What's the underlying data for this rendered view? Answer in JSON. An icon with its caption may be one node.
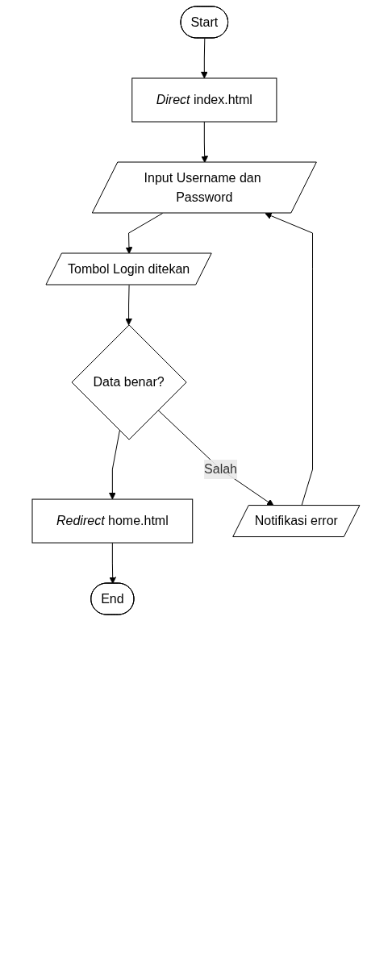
{
  "diagram": {
    "nodes": [
      {
        "text": [
          "Start"
        ]
      },
      {
        "text": [
          "*Direct* index.html"
        ]
      },
      {
        "text": [
          "Input Username dan Password"
        ]
      },
      {
        "text": [
          "Tombol Login ditekan"
        ]
      },
      {
        "text": [
          "Data benar?"
        ]
      },
      {
        "text": [
          "*Redirect* home.html"
        ]
      },
      {
        "text": [
          "Notifikasi error"
        ]
      },
      {
        "text": [
          "End"
        ]
      }
    ],
    "edges": [
      {
        "from": 0,
        "to": 1,
        "arrow": "to"
      },
      {
        "from": 1,
        "to": 2,
        "arrow": "to"
      },
      {
        "from": 2,
        "to": 3,
        "arrow": "to"
      },
      {
        "from": 3,
        "to": 4,
        "arrow": "to"
      },
      {
        "from": 4,
        "to": 6,
        "arrow": "to",
        "label": "Salah"
      },
      {
        "from": 6,
        "to": 2,
        "arrow": "to"
      },
      {
        "from": 4,
        "to": 5,
        "arrow": "to"
      },
      {
        "from": 5,
        "to": 7,
        "arrow": "to"
      }
    ]
  }
}
